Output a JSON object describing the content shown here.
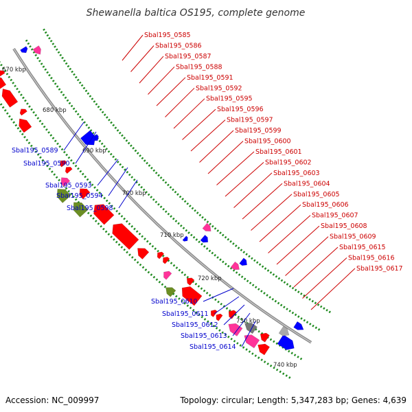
{
  "title": "Shewanella baltica OS195, complete genome",
  "footer": {
    "accession": "Accession: NC_009997",
    "topology": "Topology: circular; Length: 5,347,283 bp; Genes: 4,639"
  },
  "colors": {
    "backbone": "#8a8a8a",
    "tick": "#1f8a1f",
    "cds_forward": "#ff0000",
    "cds_reverse": "#0000ff",
    "rna": "#ff3399",
    "other": "#6b8e23",
    "label_forward": "#cc0000",
    "label_reverse": "#0000cc"
  },
  "kbp_labels": [
    "670 kbp",
    "680 kbp",
    "690 kbp",
    "700 kbp",
    "710 kbp",
    "720 kbp",
    "730 kbp",
    "740 kbp"
  ],
  "forward_labels": [
    "Sbal195_0585",
    "Sbal195_0586",
    "Sbal195_0587",
    "Sbal195_0588",
    "Sbal195_0591",
    "Sbal195_0592",
    "Sbal195_0595",
    "Sbal195_0596",
    "Sbal195_0597",
    "Sbal195_0599",
    "Sbal195_0600",
    "Sbal195_0601",
    "Sbal195_0602",
    "Sbal195_0603",
    "Sbal195_0604",
    "Sbal195_0605",
    "Sbal195_0606",
    "Sbal195_0607",
    "Sbal195_0608",
    "Sbal195_0609",
    "Sbal195_0615",
    "Sbal195_0616",
    "Sbal195_0617"
  ],
  "reverse_labels": [
    "Sbal195_0589",
    "Sbal195_0590",
    "Sbal195_0593",
    "Sbal195_0594",
    "Sbal195_0598",
    "Sbal195_0610",
    "Sbal195_0611",
    "Sbal195_0612",
    "Sbal195_0613",
    "Sbal195_0614"
  ]
}
